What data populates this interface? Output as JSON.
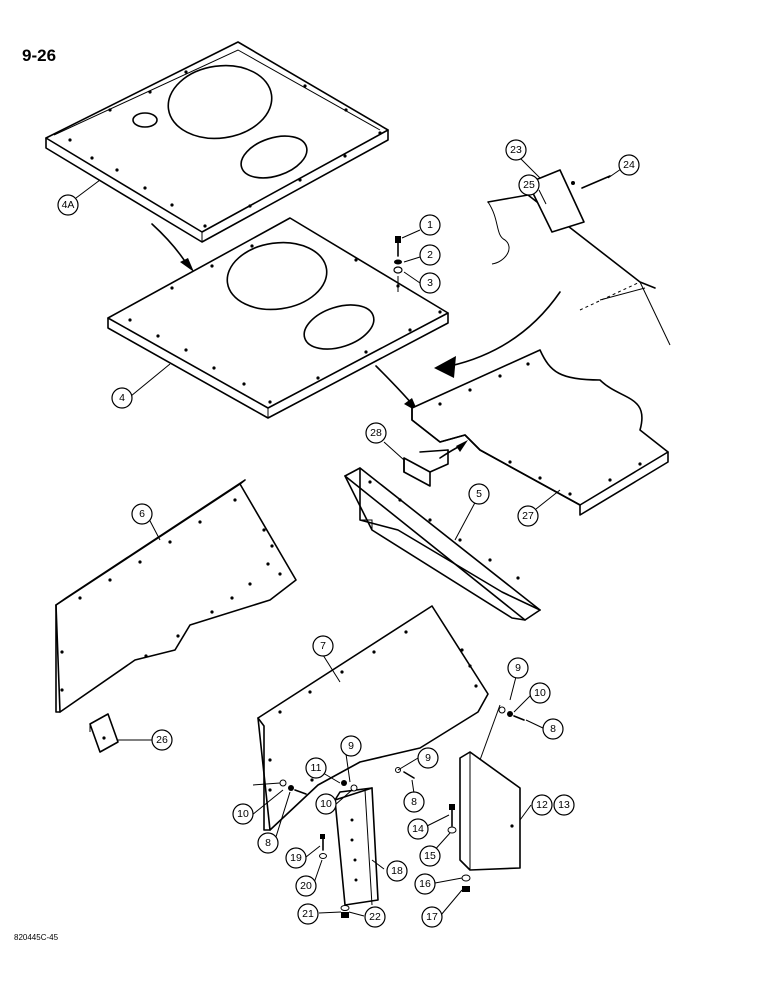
{
  "page": {
    "number": "9-26",
    "reference": "820445C-45"
  },
  "callouts": [
    "4A",
    "1",
    "2",
    "3",
    "4",
    "23",
    "24",
    "25",
    "28",
    "5",
    "27",
    "6",
    "26",
    "7",
    "9",
    "10",
    "8",
    "11",
    "9",
    "9",
    "10",
    "8",
    "10",
    "8",
    "12",
    "13",
    "14",
    "15",
    "19",
    "20",
    "18",
    "16",
    "17",
    "21",
    "22"
  ]
}
